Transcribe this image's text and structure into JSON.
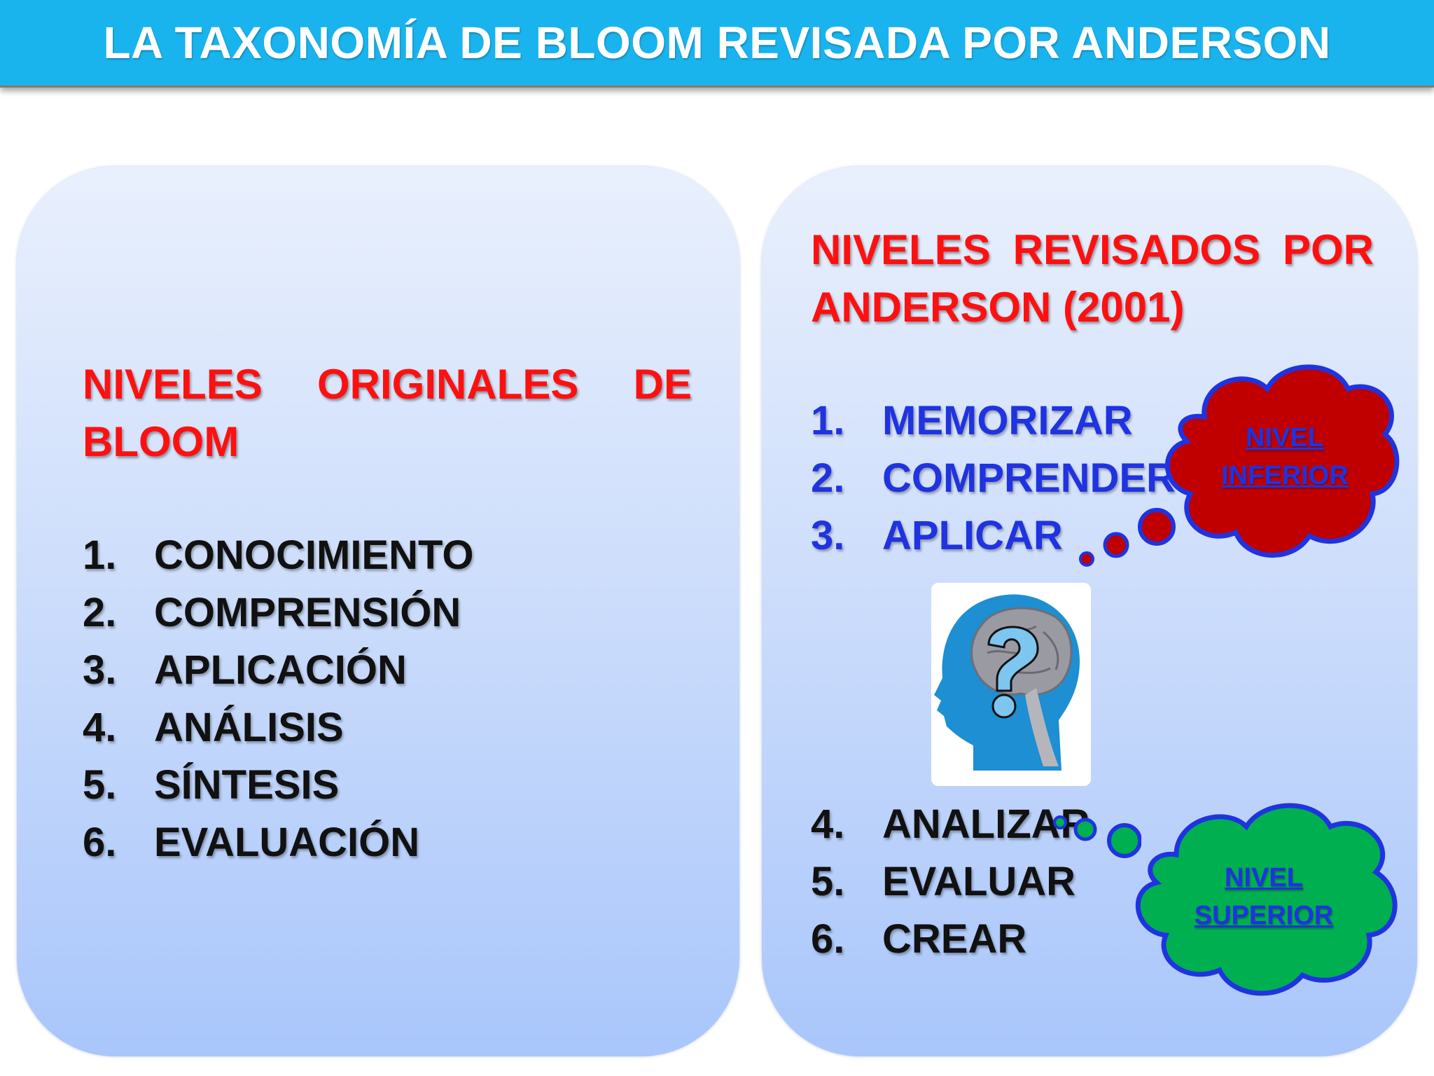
{
  "title": "LA TAXONOMÍA DE BLOOM REVISADA POR ANDERSON",
  "left_panel": {
    "heading": "NIVELES ORIGINALES DE BLOOM",
    "items": [
      {
        "num": "1.",
        "label": "CONOCIMIENTO"
      },
      {
        "num": "2.",
        "label": "COMPRENSIÓN"
      },
      {
        "num": "3.",
        "label": "APLICACIÓN"
      },
      {
        "num": "4.",
        "label": "ANÁLISIS"
      },
      {
        "num": "5.",
        "label": "SÍNTESIS"
      },
      {
        "num": "6.",
        "label": "EVALUACIÓN"
      }
    ]
  },
  "right_panel": {
    "heading": "NIVELES REVISADOS POR ANDERSON (2001)",
    "lower_items": [
      {
        "num": "1.",
        "label": "MEMORIZAR"
      },
      {
        "num": "2.",
        "label": "COMPRENDER"
      },
      {
        "num": "3.",
        "label": "APLICAR"
      }
    ],
    "higher_items": [
      {
        "num": "4.",
        "label": "ANALIZAR"
      },
      {
        "num": "5.",
        "label": "EVALUAR"
      },
      {
        "num": "6.",
        "label": "CREAR"
      }
    ],
    "cloud_lower": {
      "line1": "NIVEL",
      "line2": "INFERIOR",
      "color": "#c00000"
    },
    "cloud_higher": {
      "line1": "NIVEL",
      "line2": "SUPERIOR",
      "color": "#00b050"
    },
    "image_icon": "head-brain-question-icon"
  },
  "colors": {
    "title_bar": "#19b4ee",
    "heading": "#ff1010",
    "lower_list": "#1f33e0",
    "outline": "#1f33e0"
  }
}
